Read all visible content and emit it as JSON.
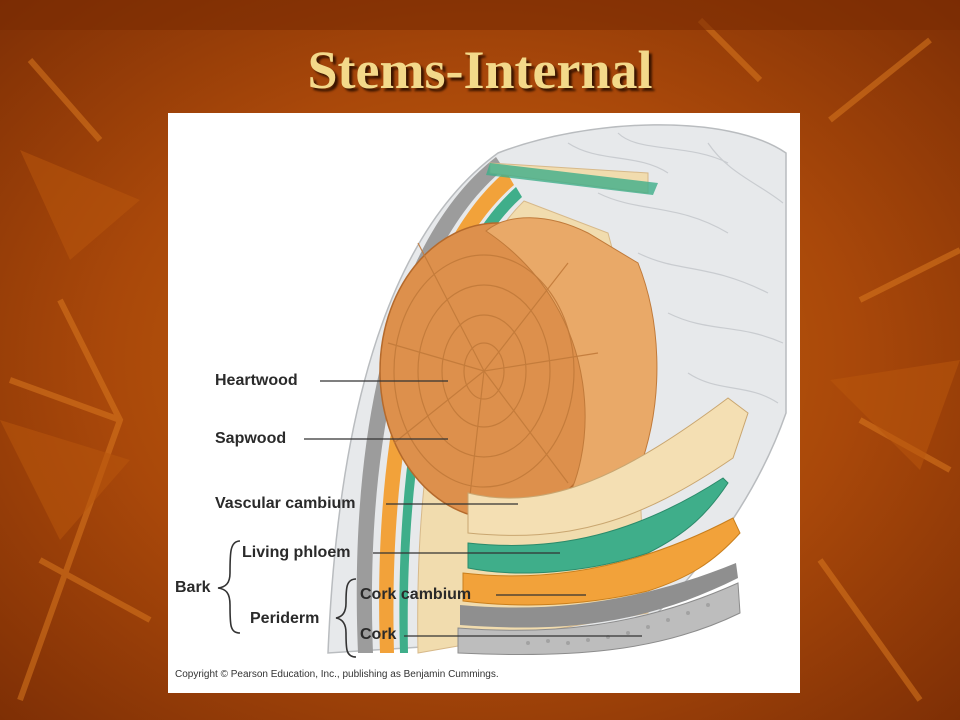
{
  "slide": {
    "title": "Stems-Internal"
  },
  "figure": {
    "labels": {
      "heartwood": "Heartwood",
      "sapwood": "Sapwood",
      "vascular_cambium": "Vascular cambium",
      "living_phloem": "Living phloem",
      "bark": "Bark",
      "periderm": "Periderm",
      "cork_cambium": "Cork cambium",
      "cork": "Cork"
    },
    "copyright": "Copyright © Pearson Education, Inc., publishing as Benjamin Cummings."
  },
  "colors": {
    "background": "#a9480a",
    "title": "#f3d98a",
    "heartwood": "#d98a45",
    "sapwood": "#f0d9a8",
    "vascular_cambium": "#3fae8a",
    "phloem": "#f2a23a",
    "cork": "#9a9a9a",
    "outer_bark": "#e6e8ea"
  }
}
